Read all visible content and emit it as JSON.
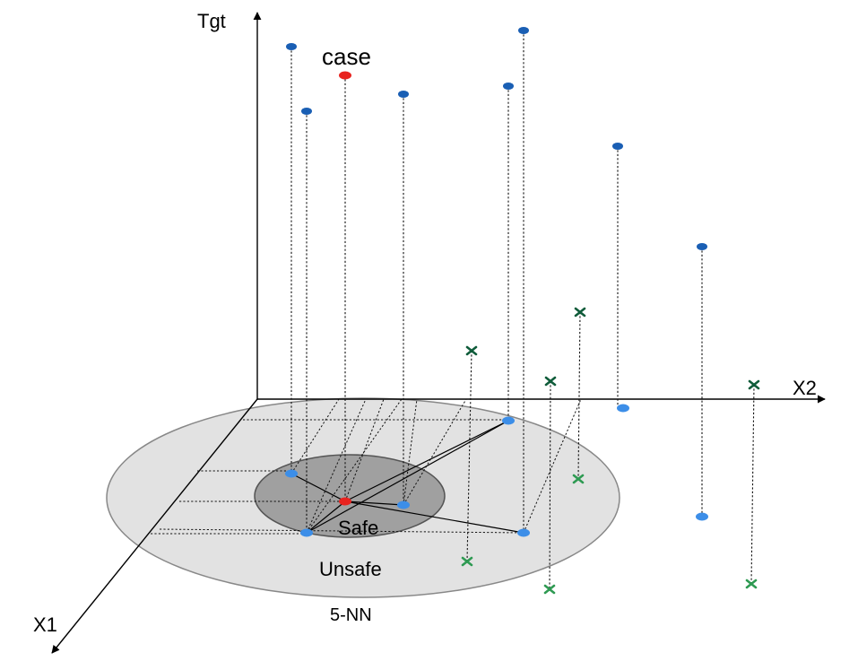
{
  "labels": {
    "z_axis": "Tgt",
    "x2_axis": "X2",
    "x1_axis": "X1",
    "case": "case",
    "safe": "Safe",
    "unsafe": "Unsafe",
    "knn": "5-NN"
  },
  "colors": {
    "neighbor_top": "#1a5fb4",
    "neighbor_base": "#3c8ee8",
    "case_point": "#e8231f",
    "nonneighbor_top": "#0f5c3a",
    "nonneighbor_base": "#2e9a52",
    "unsafe_fill": "#e2e2e2",
    "safe_fill": "#a0a0a0"
  },
  "icons": {
    "neighbor": "blue-dot",
    "case": "red-dot",
    "nonneighbor": "green-cross-marker"
  }
}
